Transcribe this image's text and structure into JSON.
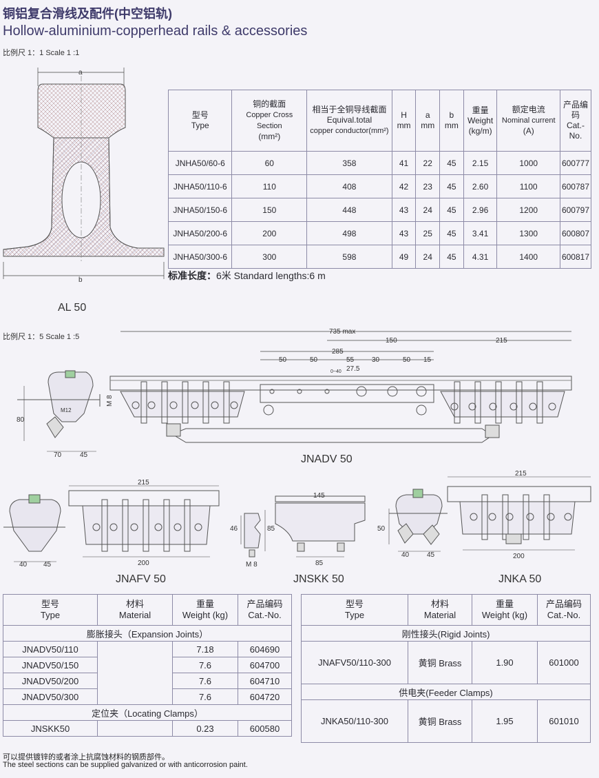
{
  "header": {
    "title_cn": "铜铝复合滑线及配件(中空铝轨)",
    "title_en": "Hollow-aluminium-copperhead rails & accessories",
    "scale1": "比例尺 1：1   Scale 1 :1",
    "scale2": "比例尺 1：5   Scale 1 :5"
  },
  "rail_table": {
    "headers": {
      "type": [
        "型号",
        "Type"
      ],
      "copper": [
        "铜的截面",
        "Copper Cross Section",
        "(mm²)"
      ],
      "equiv": [
        "相当于全铜导线截面",
        "Equival.total",
        "copper conductor(mm²)"
      ],
      "H": [
        "H",
        "mm"
      ],
      "a": [
        "a",
        "mm"
      ],
      "b": [
        "b",
        "mm"
      ],
      "weight": [
        "重量",
        "Weight",
        "(kg/m)"
      ],
      "current": [
        "额定电流",
        "Nominal current",
        "(A)"
      ],
      "cat": [
        "产品编码",
        "Cat.-No."
      ]
    },
    "rows": [
      [
        "JNHA50/60-6",
        "60",
        "358",
        "41",
        "22",
        "45",
        "2.15",
        "1000",
        "600777"
      ],
      [
        "JNHA50/110-6",
        "110",
        "408",
        "42",
        "23",
        "45",
        "2.60",
        "1100",
        "600787"
      ],
      [
        "JNHA50/150-6",
        "150",
        "448",
        "43",
        "24",
        "45",
        "2.96",
        "1200",
        "600797"
      ],
      [
        "JNHA50/200-6",
        "200",
        "498",
        "43",
        "25",
        "45",
        "3.41",
        "1300",
        "600807"
      ],
      [
        "JNHA50/300-6",
        "300",
        "598",
        "49",
        "24",
        "45",
        "4.31",
        "1400",
        "600817"
      ]
    ]
  },
  "standard_length": {
    "cn": "标准长度：",
    "value": "6米  Standard lengths:6 m"
  },
  "captions": {
    "al50": "AL 50",
    "jnadv": "JNADV 50",
    "jnafv": "JNAFV 50",
    "jnskk": "JNSKK 50",
    "jnka": "JNKA 50"
  },
  "dims": {
    "a": "a",
    "b": "b",
    "d735": "735 max",
    "d150": "150",
    "d215": "215",
    "d285": "285",
    "d50a": "50",
    "d50b": "50",
    "d55": "55",
    "d30": "30",
    "d50c": "50",
    "d15": "15",
    "d275": "27.5",
    "d040": "0~40",
    "d80": "80",
    "d70": "70",
    "d45": "45",
    "m8": "M 8",
    "m12": "M12",
    "f215": "215",
    "f200": "200",
    "f40": "40",
    "f45": "45",
    "s145": "145",
    "s85": "85",
    "s46": "46",
    "s85b": "85",
    "sm8": "M 8",
    "k215": "215",
    "k200": "200",
    "k50": "50",
    "k40": "40",
    "k45": "45"
  },
  "expansion_table": {
    "headers": [
      [
        "型号",
        "Type"
      ],
      [
        "材料",
        "Material"
      ],
      [
        "重量",
        "Weight (kg)"
      ],
      [
        "产品编码",
        "Cat.-No."
      ]
    ],
    "section1": "膨胀接头（Expansion Joints）",
    "rows": [
      [
        "JNADV50/110",
        "7.18",
        "604690"
      ],
      [
        "JNADV50/150",
        "7.6",
        "604700"
      ],
      [
        "JNADV50/200",
        "7.6",
        "604710"
      ],
      [
        "JNADV50/300",
        "7.6",
        "604720"
      ]
    ],
    "section2": "定位夹（Locating Clamps）",
    "rows2": [
      [
        "JNSKK50",
        "0.23",
        "600580"
      ]
    ]
  },
  "rigid_table": {
    "headers": [
      [
        "型号",
        "Type"
      ],
      [
        "材料",
        "Material"
      ],
      [
        "重量",
        "Weight (kg)"
      ],
      [
        "产品编码",
        "Cat.-No."
      ]
    ],
    "section1": "刚性接头(Rigid Joints)",
    "row1": [
      "JNAFV50/110-300",
      "黄铜 Brass",
      "1.90",
      "601000"
    ],
    "section2": "供电夹(Feeder Clamps)",
    "row2": [
      "JNKA50/110-300",
      "黄铜 Brass",
      "1.95",
      "601010"
    ]
  },
  "footer": {
    "cn": "可以提供镀锌的或者涂上抗腐蚀材料的钢质部件。",
    "en": "The steel sections can be supplied galvanized or with anticorrosion paint."
  }
}
